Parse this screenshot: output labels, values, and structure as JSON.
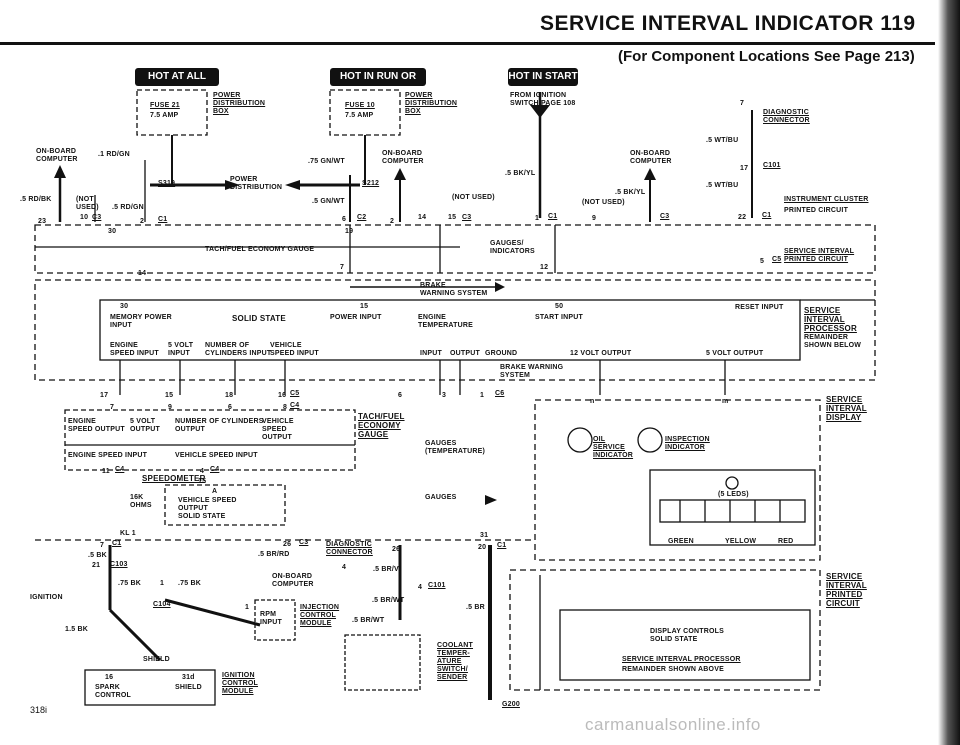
{
  "header": {
    "title": "SERVICE INTERVAL INDICATOR 119",
    "subtitle": "(For Component Locations See Page 213)",
    "page_code": "318i"
  },
  "hot_labels": {
    "hot_at_all_times": "HOT AT ALL TIMES",
    "hot_in_run_or_start": "HOT IN RUN OR START",
    "hot_in_start": "HOT IN START"
  },
  "fuse_box": {
    "fuse21": "FUSE 21",
    "fuse21_amp": "7.5 AMP",
    "fuse10": "FUSE 10",
    "fuse10_amp": "7.5 AMP",
    "power_distribution_box": "POWER\nDISTRIBUTION\nBOX",
    "power_distribution": "POWER\nDISTRIBUTION",
    "s319": "S319",
    "s212": "S212"
  },
  "left_top": {
    "onboard_computer": "ON-BOARD\nCOMPUTER",
    "rd_gn": ".1 RD/GN",
    "rd_bk": ".5 RD/BK",
    "not_used": "(NOT\nUSED)",
    "rd_gn2": ".5 RD/GN",
    "pin10": "10",
    "c3": "C3",
    "pin23": "23",
    "pin2": "2",
    "c1": "C1",
    "pin30": "30"
  },
  "mid_top": {
    "gn_wt75": ".75 GN/WT",
    "onboard_computer": "ON-BOARD\nCOMPUTER",
    "gn_wt5": ".5 GN/WT",
    "not_used": "(NOT USED)",
    "pin6": "6",
    "c2": "C2",
    "pin2": "2",
    "pin14": "14",
    "pin15": "15",
    "c3": "C3"
  },
  "right_top": {
    "from_ignition": "FROM IGNITION\nSWITCH PAGE 108",
    "onboard_computer": "ON-BOARD\nCOMPUTER",
    "bk_yl": ".5 BK/YL",
    "bk_yl2": ".5 BK/YL",
    "not_used": "(NOT USED)",
    "pin1": "1",
    "c1": "C1",
    "pin9": "9",
    "c3": "C3"
  },
  "diag_top": {
    "pin7": "7",
    "diagnostic_connector": "DIAGNOSTIC\nCONNECTOR",
    "wt_bu": ".5 WT/BU",
    "pin17": "17",
    "c101": "C101",
    "wt_bu2": ".5 WT/BU",
    "instrument_cluster": "INSTRUMENT CLUSTER",
    "printed_circuit": "PRINTED CIRCUIT",
    "pin22": "22",
    "c1": "C1"
  },
  "bus": {
    "tach_fuel": "TACH/FUEL ECONOMY GAUGE",
    "gauges_indicators": "GAUGES/\nINDICATORS",
    "brake_warning": "BRAKE\nWARNING SYSTEM",
    "pin19": "19",
    "pin7": "7",
    "pin12": "12",
    "pin14": "14",
    "sir_pc": "SERVICE INTERVAL\nPRINTED CIRCUIT",
    "pin5": "5",
    "c5": "C5"
  },
  "solid_state": {
    "pin30": "30",
    "pin15": "15",
    "pin50": "50",
    "memory_power": "MEMORY POWER\nINPUT",
    "solid_state": "SOLID STATE",
    "power_input": "POWER INPUT",
    "engine_temp": "ENGINE\nTEMPERATURE",
    "start_input": "START INPUT",
    "reset_input": "RESET INPUT",
    "engine_speed_input": "ENGINE\nSPEED INPUT",
    "volt5_input": "5 VOLT\nINPUT",
    "num_cyl": "NUMBER OF\nCYLINDERS INPUT",
    "vehicle_speed": "VEHICLE\nSPEED INPUT",
    "input": "INPUT",
    "output": "OUTPUT",
    "ground": "GROUND",
    "volt12_output": "12 VOLT OUTPUT",
    "volt5_output": "5 VOLT OUTPUT",
    "sir_title": "SERVICE\nINTERVAL\nPROCESSOR",
    "sir_sub": "REMAINDER\nSHOWN BELOW",
    "brake_warning2": "BRAKE WARNING\nSYSTEM"
  },
  "pins_row": {
    "p17": "17",
    "p15": "15",
    "p18": "18",
    "p16": "16",
    "c5": "C5",
    "p7": "7",
    "p9": "9",
    "p6": "6",
    "p8": "8",
    "c4": "C4",
    "p6b": "6",
    "p3": "3",
    "p1": "1",
    "c6": "C6",
    "pn": "n",
    "pm": "m"
  },
  "tach_block": {
    "engine_speed_output": "ENGINE\nSPEED OUTPUT",
    "volt5_output": "5 VOLT\nOUTPUT",
    "num_cyl_output": "NUMBER OF CYLINDERS\nOUTPUT",
    "vehicle_speed_output": "VEHICLE\nSPEED\nOUTPUT",
    "engine_speed_input": "ENGINE SPEED INPUT",
    "vehicle_speed_input": "VEHICLE SPEED INPUT",
    "tach_fuel": "TACH/FUEL\nECONOMY\nGAUGE",
    "gauges_temp": "GAUGES\n(TEMPERATURE)",
    "gauges": "GAUGES",
    "p11": "11",
    "c4": "C4",
    "p4": "4",
    "c4b": "C4",
    "speedometer": "SPEEDOMETER",
    "p15": "15",
    "ohms": "16K\nOHMS",
    "a": "A",
    "vehicle_speed_out": "VEHICLE SPEED\nOUTPUT\nSOLID STATE",
    "kl1": "KL 1"
  },
  "display": {
    "service_interval_display": "SERVICE\nINTERVAL\nDISPLAY",
    "oil_service": "OIL\nSERVICE\nINDICATOR",
    "inspection": "INSPECTION\nINDICATOR",
    "leds": "(5 LEDS)",
    "green": "GREEN",
    "yellow": "YELLOW",
    "red": "RED",
    "sipc": "SERVICE\nINTERVAL\nPRINTED\nCIRCUIT",
    "display_controls": "DISPLAY CONTROLS\nSOLID STATE",
    "processor": "SERVICE INTERVAL PROCESSOR",
    "remainder": "REMAINDER SHOWN ABOVE"
  },
  "bottom": {
    "p7": "7",
    "c1": "C1",
    "bk5": ".5 BK",
    "p21": "21",
    "c103": "C103",
    "ignition": "IGNITION",
    "bk75": ".75 BK",
    "p1": "1",
    "bk75b": ".75 BK",
    "c104": "C104",
    "bk15": "1.5 BK",
    "shield": "SHIELD",
    "p16": "16",
    "spark": "SPARK\nCONTROL",
    "p31d": "31d",
    "shield2": "SHIELD",
    "icm": "IGNITION\nCONTROL\nMODULE",
    "onboard": "ON-BOARD\nCOMPUTER",
    "p1b": "1",
    "rpm": "RPM\nINPUT",
    "injection": "INJECTION\nCONTROL\nMODULE",
    "p26": "26",
    "c3": "C3",
    "br_rd": ".5 BR/RD",
    "diag": "DIAGNOSTIC\nCONNECTOR",
    "p26b": "26",
    "p4": "4",
    "br_vi": ".5 BR/VI",
    "p4b": "4",
    "c101": "C101",
    "br_wt": ".5 BR/WT",
    "br_wt2": ".5 BR/WT",
    "p31": "31",
    "p20": "20",
    "c1b": "C1",
    "br": ".5 BR",
    "coolant": "COOLANT\nTEMPER-\nATURE\nSWITCH/\nSENDER",
    "g200": "G200"
  },
  "watermark": "carmanualsonline.info"
}
